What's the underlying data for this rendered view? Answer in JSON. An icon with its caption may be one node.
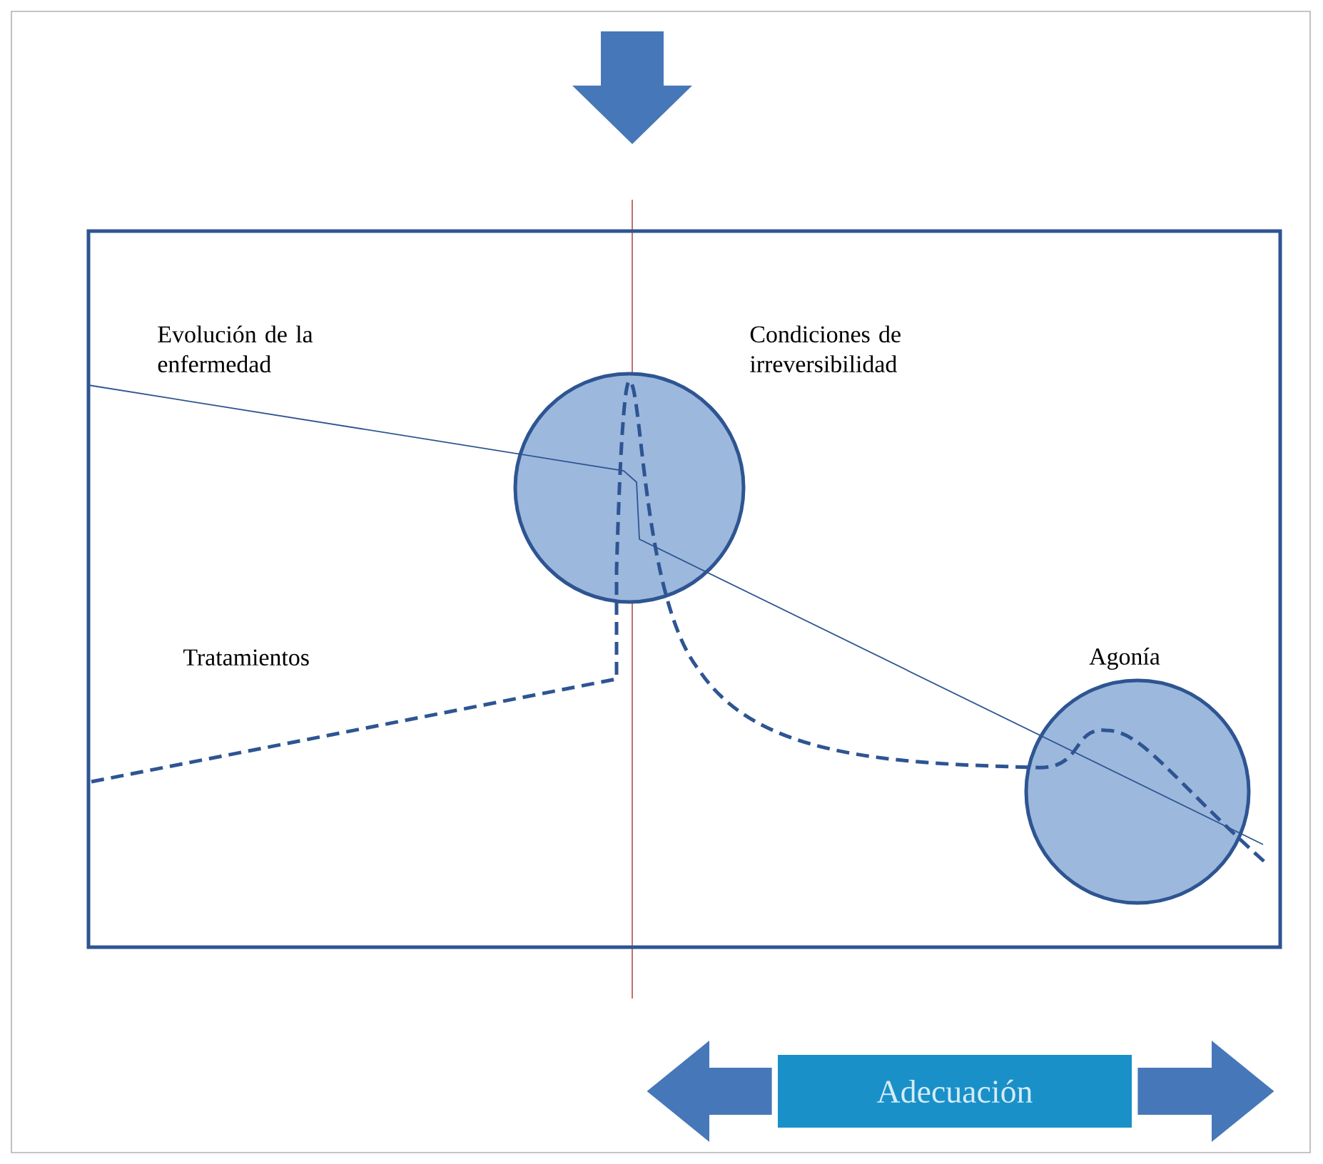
{
  "diagram": {
    "nodes": [
      {
        "text": [],
        "shape": "box"
      },
      {
        "text": [],
        "shape": "circle",
        "in": 0
      },
      {
        "text": [],
        "shape": "circle",
        "in": 0,
        "beside": [
          "Agonía"
        ]
      },
      {
        "text": [
          "Adecuación"
        ]
      }
    ],
    "edges": [
      {
        "from": 3,
        "to": null,
        "arrow": "to"
      },
      {
        "from": 3,
        "to": null,
        "arrow": "to"
      }
    ],
    "labels": [
      "Evolución de la enfermedad",
      "Condiciones de irreversibilidad",
      "Tratamientos"
    ]
  }
}
